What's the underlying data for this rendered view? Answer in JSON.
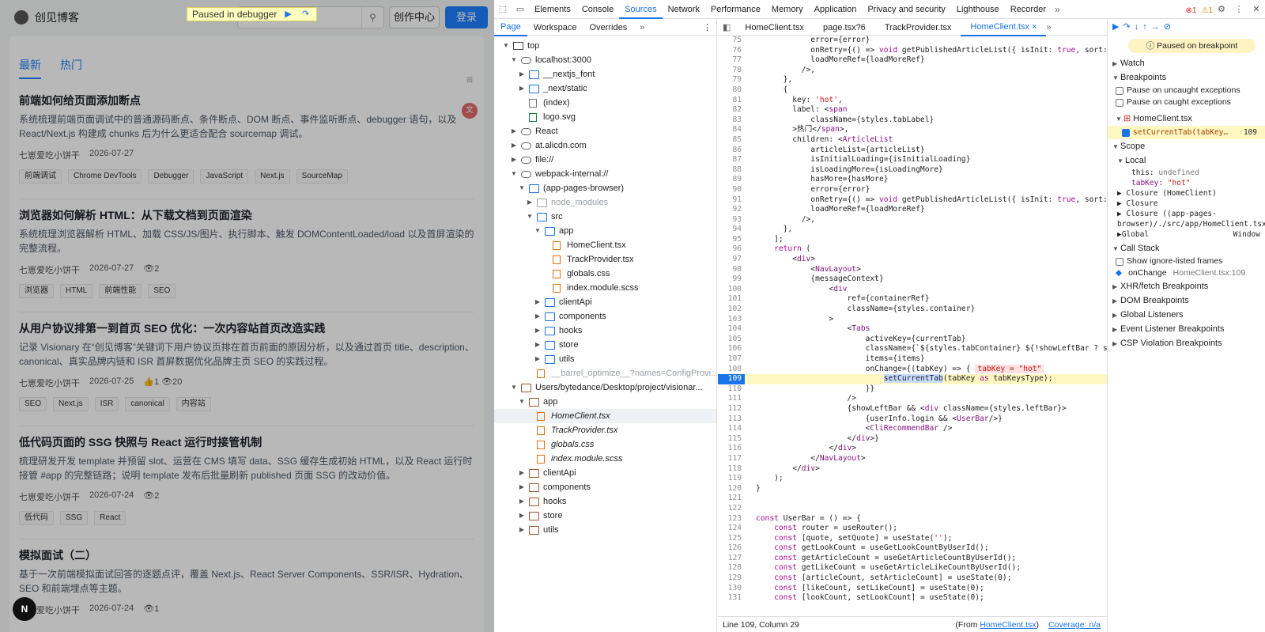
{
  "blog": {
    "brand": "创见博客",
    "paused_label": "Paused in debugger",
    "create_label": "创作中心",
    "login_label": "登录",
    "tabs": [
      "最新",
      "热门"
    ],
    "articles": [
      {
        "title": "前端如何给页面添加断点",
        "desc": "系统梳理前端页面调试中的普通源码断点、条件断点、DOM 断点、事件监听断点、debugger 语句，以及 React/Next.js 构建成 chunks 后为什么更适合配合 sourcemap 调试。",
        "author": "七崽爱吃小饼干",
        "date": "2026-07-27",
        "stats": "",
        "tags": [
          "前端调试",
          "Chrome DevTools",
          "Debugger",
          "JavaScript",
          "Next.js",
          "SourceMap"
        ]
      },
      {
        "title": "浏览器如何解析 HTML：从下载文档到页面渲染",
        "desc": "系统梳理浏览器解析 HTML、加载 CSS/JS/图片、执行脚本、触发 DOMContentLoaded/load 以及首屏渲染的完整流程。",
        "author": "七崽爱吃小饼干",
        "date": "2026-07-27",
        "stats": "👁2",
        "tags": [
          "浏览器",
          "HTML",
          "前端性能",
          "SEO"
        ]
      },
      {
        "title": "从用户协议排第一到首页 SEO 优化：一次内容站首页改造实践",
        "desc": "记录 Visionary 在“创见博客”关键词下用户协议页排在首页前面的原因分析，以及通过首页 title、description、canonical、真实品牌内链和 ISR 首屏数据优化品牌主页 SEO 的实践过程。",
        "author": "七崽爱吃小饼干",
        "date": "2026-07-25",
        "stats": "👍1 👁20",
        "tags": [
          "SEO",
          "Next.js",
          "ISR",
          "canonical",
          "内容站"
        ]
      },
      {
        "title": "低代码页面的 SSG 快照与 React 运行时接管机制",
        "desc": "梳理研发开发 template 并预留 slot、运营在 CMS 填写 data、SSG 缓存生成初始 HTML，以及 React 运行时接管 #app 的完整链路；说明 template 发布后批量刷新 published 页面 SSG 的改动价值。",
        "author": "七崽爱吃小饼干",
        "date": "2026-07-24",
        "stats": "👁2",
        "tags": [
          "低代码",
          "SSG",
          "React"
        ]
      },
      {
        "title": "模拟面试（二）",
        "desc": "基于一次前端模拟面试回答的逐题点评，覆盖 Next.js、React Server Components、SSR/ISR、Hydration、SEO 和前端埋点等主题。",
        "author": "七崽爱吃小饼干",
        "date": "2026-07-24",
        "stats": "👁1",
        "tags": []
      }
    ],
    "nbadge": "N"
  },
  "devtools": {
    "panels": [
      "Elements",
      "Console",
      "Sources",
      "Network",
      "Performance",
      "Memory",
      "Application",
      "Privacy and security",
      "Lighthouse",
      "Recorder"
    ],
    "errors": "1",
    "warnings": "1",
    "nav_tabs": [
      "Page",
      "Workspace",
      "Overrides"
    ],
    "tree": [
      {
        "d": 0,
        "arrow": "▼",
        "icon": "frame",
        "label": "top"
      },
      {
        "d": 1,
        "arrow": "▼",
        "icon": "cloud",
        "label": "localhost:3000"
      },
      {
        "d": 2,
        "arrow": "▶",
        "icon": "folder",
        "label": "__nextjs_font"
      },
      {
        "d": 2,
        "arrow": "▶",
        "icon": "folder",
        "label": "_next/static"
      },
      {
        "d": 2,
        "arrow": "",
        "icon": "file",
        "label": "(index)"
      },
      {
        "d": 2,
        "arrow": "",
        "icon": "file-gr",
        "label": "logo.svg"
      },
      {
        "d": 1,
        "arrow": "▶",
        "icon": "cloud",
        "label": "React"
      },
      {
        "d": 1,
        "arrow": "▶",
        "icon": "cloud",
        "label": "at.alicdn.com"
      },
      {
        "d": 1,
        "arrow": "▶",
        "icon": "cloud",
        "label": "file://"
      },
      {
        "d": 1,
        "arrow": "▼",
        "icon": "cloud",
        "label": "webpack-internal://"
      },
      {
        "d": 2,
        "arrow": "▼",
        "icon": "folder",
        "label": "(app-pages-browser)"
      },
      {
        "d": 3,
        "arrow": "▶",
        "icon": "folder-g",
        "label": "node_modules",
        "dim": true
      },
      {
        "d": 3,
        "arrow": "▼",
        "icon": "folder",
        "label": "src"
      },
      {
        "d": 4,
        "arrow": "▼",
        "icon": "folder",
        "label": "app"
      },
      {
        "d": 5,
        "arrow": "",
        "icon": "file-or",
        "label": "HomeClient.tsx"
      },
      {
        "d": 5,
        "arrow": "",
        "icon": "file-or",
        "label": "TrackProvider.tsx"
      },
      {
        "d": 5,
        "arrow": "",
        "icon": "file-or",
        "label": "globals.css"
      },
      {
        "d": 5,
        "arrow": "",
        "icon": "file-or",
        "label": "index.module.scss"
      },
      {
        "d": 4,
        "arrow": "▶",
        "icon": "folder",
        "label": "clientApi"
      },
      {
        "d": 4,
        "arrow": "▶",
        "icon": "folder",
        "label": "components"
      },
      {
        "d": 4,
        "arrow": "▶",
        "icon": "folder",
        "label": "hooks"
      },
      {
        "d": 4,
        "arrow": "▶",
        "icon": "folder",
        "label": "store"
      },
      {
        "d": 4,
        "arrow": "▶",
        "icon": "folder",
        "label": "utils"
      },
      {
        "d": 3,
        "arrow": "",
        "icon": "file-or",
        "label": "__barrel_optimize__?names=ConfigProvi...",
        "dim": true
      },
      {
        "d": 1,
        "arrow": "▼",
        "icon": "folder-o",
        "label": "Users/bytedance/Desktop/project/visionar..."
      },
      {
        "d": 2,
        "arrow": "▼",
        "icon": "folder-o",
        "label": "app"
      },
      {
        "d": 3,
        "arrow": "",
        "icon": "file-or",
        "label": "HomeClient.tsx",
        "italic": true,
        "hl": true
      },
      {
        "d": 3,
        "arrow": "",
        "icon": "file-or",
        "label": "TrackProvider.tsx",
        "italic": true
      },
      {
        "d": 3,
        "arrow": "",
        "icon": "file-or",
        "label": "globals.css",
        "italic": true
      },
      {
        "d": 3,
        "arrow": "",
        "icon": "file-or",
        "label": "index.module.scss",
        "italic": true
      },
      {
        "d": 2,
        "arrow": "▶",
        "icon": "folder-o",
        "label": "clientApi"
      },
      {
        "d": 2,
        "arrow": "▶",
        "icon": "folder-o",
        "label": "components"
      },
      {
        "d": 2,
        "arrow": "▶",
        "icon": "folder-o",
        "label": "hooks"
      },
      {
        "d": 2,
        "arrow": "▶",
        "icon": "folder-o",
        "label": "store"
      },
      {
        "d": 2,
        "arrow": "▶",
        "icon": "folder-o",
        "label": "utils"
      }
    ],
    "editor_tabs": [
      "HomeClient.tsx",
      "page.tsx?6",
      "TrackProvider.tsx",
      "HomeClient.tsx"
    ],
    "code_lines": [
      {
        "n": "75",
        "h": "            error={error}"
      },
      {
        "n": "76",
        "h": "            onRetry={() => void getPublishedArticleList({ isInit: true, sort:"
      },
      {
        "n": "77",
        "h": "            loadMoreRef={loadMoreRef}"
      },
      {
        "n": "78",
        "h": "          />,"
      },
      {
        "n": "79",
        "h": "      },"
      },
      {
        "n": "80",
        "h": "      {"
      },
      {
        "n": "81",
        "h": "        key: 'hot',"
      },
      {
        "n": "82",
        "h": "        label: <span"
      },
      {
        "n": "83",
        "h": "            className={styles.tabLabel}"
      },
      {
        "n": "84",
        "h": "        >热门</span>,"
      },
      {
        "n": "85",
        "h": "        children: <ArticleList"
      },
      {
        "n": "86",
        "h": "            articleList={articleList}"
      },
      {
        "n": "87",
        "h": "            isInitialLoading={isInitialLoading}"
      },
      {
        "n": "88",
        "h": "            isLoadingMore={isLoadingMore}"
      },
      {
        "n": "89",
        "h": "            hasMore={hasMore}"
      },
      {
        "n": "90",
        "h": "            error={error}"
      },
      {
        "n": "91",
        "h": "            onRetry={() => void getPublishedArticleList({ isInit: true, sort:"
      },
      {
        "n": "92",
        "h": "            loadMoreRef={loadMoreRef}"
      },
      {
        "n": "93",
        "h": "          />,"
      },
      {
        "n": "94",
        "h": "      },"
      },
      {
        "n": "95",
        "h": "    ];"
      },
      {
        "n": "96",
        "h": "    return ("
      },
      {
        "n": "97",
        "h": "        <div>"
      },
      {
        "n": "98",
        "h": "            <NavLayout>"
      },
      {
        "n": "99",
        "h": "            {messageContext}"
      },
      {
        "n": "100",
        "h": "                <div"
      },
      {
        "n": "101",
        "h": "                    ref={containerRef}"
      },
      {
        "n": "102",
        "h": "                    className={styles.container}"
      },
      {
        "n": "103",
        "h": "                >"
      },
      {
        "n": "104",
        "h": "                    <Tabs"
      },
      {
        "n": "105",
        "h": "                        activeKey={currentTab}"
      },
      {
        "n": "106",
        "h": "                        className={`${styles.tabContainer} ${!showLeftBar ? styles"
      },
      {
        "n": "107",
        "h": "                        items={items}"
      },
      {
        "n": "108",
        "h": "                        onChange={(tabKey) => {"
      },
      {
        "n": "109",
        "h": "                            setCurrentTab(tabKey as tabKeysType);"
      },
      {
        "n": "110",
        "h": "                        }}"
      },
      {
        "n": "111",
        "h": "                    />"
      },
      {
        "n": "112",
        "h": "                    {showLeftBar && <div className={styles.leftBar}>"
      },
      {
        "n": "113",
        "h": "                        {userInfo.login && <UserBar/>}"
      },
      {
        "n": "114",
        "h": "                        <CliRecommendBar />"
      },
      {
        "n": "115",
        "h": "                    </div>}"
      },
      {
        "n": "116",
        "h": "                </div>"
      },
      {
        "n": "117",
        "h": "            </NavLayout>"
      },
      {
        "n": "118",
        "h": "        </div>"
      },
      {
        "n": "119",
        "h": "    );"
      },
      {
        "n": "120",
        "h": "}"
      },
      {
        "n": "121",
        "h": ""
      },
      {
        "n": "122",
        "h": ""
      },
      {
        "n": "123",
        "h": "const UserBar = () => {"
      },
      {
        "n": "124",
        "h": "    const router = useRouter();"
      },
      {
        "n": "125",
        "h": "    const [quote, setQuote] = useState('');"
      },
      {
        "n": "126",
        "h": "    const getLookCount = useGetLookCountByUserId();"
      },
      {
        "n": "127",
        "h": "    const getArticleCount = useGetArticleCountByUserId();"
      },
      {
        "n": "128",
        "h": "    const getLikeCount = useGetArticleLikeCountByUserId();"
      },
      {
        "n": "129",
        "h": "    const [articleCount, setArticleCount] = useState(0);"
      },
      {
        "n": "130",
        "h": "    const [likeCount, setLikeCount] = useState(0);"
      },
      {
        "n": "131",
        "h": "    const [lookCount, setLookCount] = useState(0);"
      }
    ],
    "inline_value": "tabKey = \"hot\"",
    "status": {
      "pos": "Line 109, Column 29",
      "from_prefix": "(From ",
      "from_file": "HomeClient.tsx",
      "from_suffix": ")",
      "coverage": "Coverage: n/a"
    },
    "debugger": {
      "paused": "Paused on breakpoint",
      "watch": "Watch",
      "breakpoints": "Breakpoints",
      "uncaught": "Pause on uncaught exceptions",
      "caught": "Pause on caught exceptions",
      "bp_file": "HomeClient.tsx",
      "bp_code": "setCurrentTab(tabKey…",
      "bp_line": "109",
      "scope": "Scope",
      "local": "Local",
      "this_k": "this:",
      "this_v": "undefined",
      "tabkey_k": "tabKey:",
      "tabkey_v": "\"hot\"",
      "closure1": "Closure (HomeClient)",
      "closure2": "Closure",
      "closure3": "Closure ((app-pages-browser)/./src/app/HomeClient.tsx)",
      "global": "Global",
      "global_v": "Window",
      "callstack": "Call Stack",
      "ignore": "Show ignore-listed frames",
      "frame_fn": "onChange",
      "frame_loc": "HomeClient.tsx:109",
      "xhr": "XHR/fetch Breakpoints",
      "dom": "DOM Breakpoints",
      "listeners": "Global Listeners",
      "event": "Event Listener Breakpoints",
      "csp": "CSP Violation Breakpoints"
    }
  }
}
